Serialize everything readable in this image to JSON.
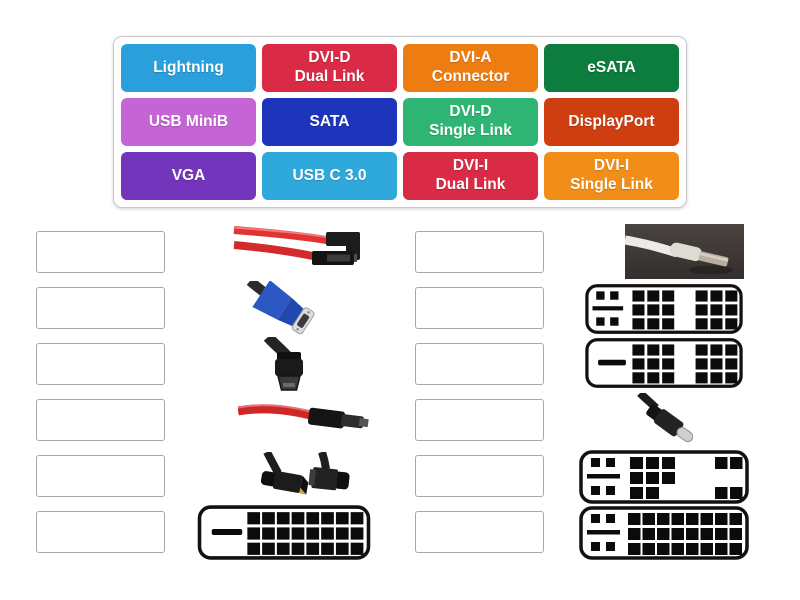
{
  "bank": {
    "tiles": [
      {
        "label": "Lightning",
        "color": "#2B9FDB"
      },
      {
        "label": "DVI-D\nDual Link",
        "color": "#D92B45"
      },
      {
        "label": "DVI-A\nConnector",
        "color": "#EE7D11"
      },
      {
        "label": "eSATA",
        "color": "#0C7D3E"
      },
      {
        "label": "USB MiniB",
        "color": "#C564D4"
      },
      {
        "label": "SATA",
        "color": "#1E35BB"
      },
      {
        "label": "DVI-D\nSingle Link",
        "color": "#2FB573"
      },
      {
        "label": "DisplayPort",
        "color": "#CE3E10"
      },
      {
        "label": "VGA",
        "color": "#7335BC"
      },
      {
        "label": "USB C 3.0",
        "color": "#2FA9DC"
      },
      {
        "label": "DVI-I\nDual Link",
        "color": "#D92B45"
      },
      {
        "label": "DVI-I\nSingle Link",
        "color": "#F08E19"
      }
    ]
  },
  "board": {
    "left_rows": [
      {
        "image": "sata-cable-photo"
      },
      {
        "image": "vga-connector-photo"
      },
      {
        "image": "usb-mini-b-connector-photo"
      },
      {
        "image": "esata-cable-photo"
      },
      {
        "image": "displayport-cable-photo"
      },
      {
        "image": "dvi-d-dual-link-diagram"
      }
    ],
    "right_rows": [
      {
        "image": "lightning-cable-photo"
      },
      {
        "image": "dvi-i-single-link-diagram"
      },
      {
        "image": "dvi-d-single-link-diagram"
      },
      {
        "image": "usb-c-connector-photo"
      },
      {
        "image": "dvi-a-connector-diagram"
      },
      {
        "image": "dvi-i-dual-link-diagram"
      }
    ]
  }
}
